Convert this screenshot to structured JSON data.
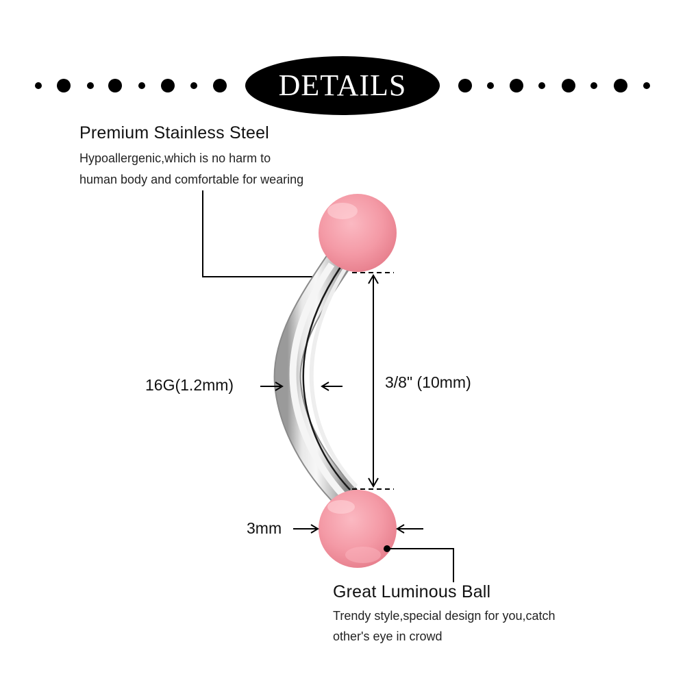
{
  "header": {
    "badge_label": "DETAILS",
    "decor": "dot-row"
  },
  "top_callout": {
    "title": "Premium Stainless Steel",
    "lines": [
      "Hypoallergenic,which is no harm to",
      "human body and comfortable for wearing"
    ]
  },
  "bottom_callout": {
    "title": "Great Luminous Ball",
    "lines": [
      "Trendy style,special design for you,catch",
      "other's eye in crowd"
    ]
  },
  "dimensions": {
    "gauge": "16G(1.2mm)",
    "length": "3/8\" (10mm)",
    "ball": "3mm"
  },
  "colors": {
    "ball": "#f49aa6",
    "bar": "#d9d9d9",
    "ink": "#000000"
  }
}
